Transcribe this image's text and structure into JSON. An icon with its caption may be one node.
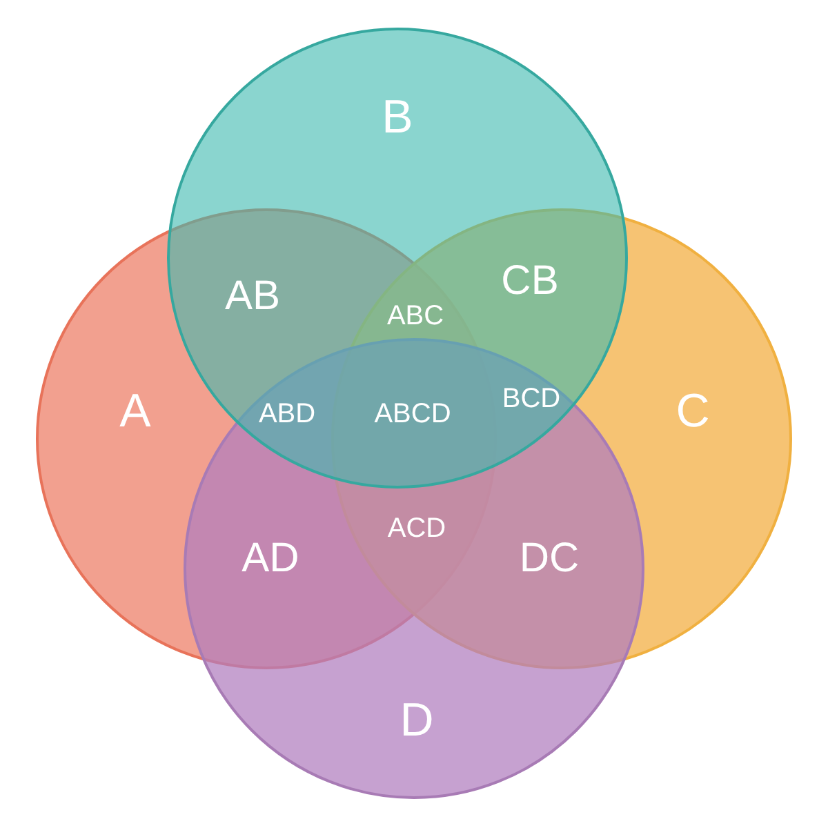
{
  "diagram": {
    "nodes": [
      {
        "text": [
          "B"
        ]
      },
      {
        "text": [
          "A"
        ]
      },
      {
        "text": [
          "C"
        ]
      },
      {
        "text": [
          "D"
        ]
      }
    ],
    "edges": [],
    "labels": [
      "AB",
      "ABC",
      "CB",
      "ABD",
      "ABCD",
      "BCD",
      "ACD",
      "AD",
      "DC"
    ]
  }
}
